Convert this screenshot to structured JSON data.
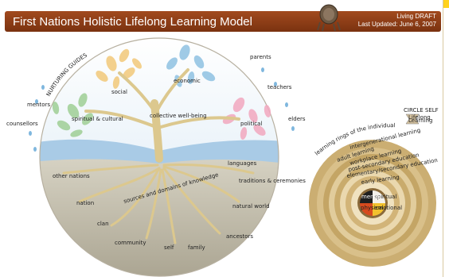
{
  "header": {
    "title": "First Nations Holistic Lifelong Learning Model",
    "status": "Living DRAFT",
    "updated": "Last Updated: June 6, 2007"
  },
  "tree": {
    "arc_title": "NURTURING GUIDES",
    "nurturing_guides": [
      "parents",
      "teachers",
      "elders",
      "mentors",
      "counsellors"
    ],
    "canopy": [
      "social",
      "economic",
      "spiritual & cultural",
      "political",
      "collective well-being"
    ],
    "roots_title": "sources and domains of knowledge",
    "roots": [
      "other nations",
      "nation",
      "clan",
      "community",
      "self",
      "family",
      "ancestors",
      "natural world",
      "traditions & ceremonies",
      "languages"
    ]
  },
  "rings": {
    "title": "learning rings of the individual",
    "ring_labels": [
      "intergenerational learning",
      "adult learning",
      "workplace learning",
      "post-secondary education",
      "elementary/secondary education",
      "early learning"
    ],
    "core": [
      "spiritual",
      "emotional",
      "physical",
      "mental"
    ]
  },
  "legend": {
    "circle_self": "CIRCLE SELF",
    "items": [
      "Lifelong",
      "Learning"
    ]
  },
  "colors": {
    "header": "#8a3a16",
    "sky": "#cfe3f2",
    "ground": "#c8c3b3",
    "tree": "#e3cf97",
    "rings": "#c8a86c"
  }
}
